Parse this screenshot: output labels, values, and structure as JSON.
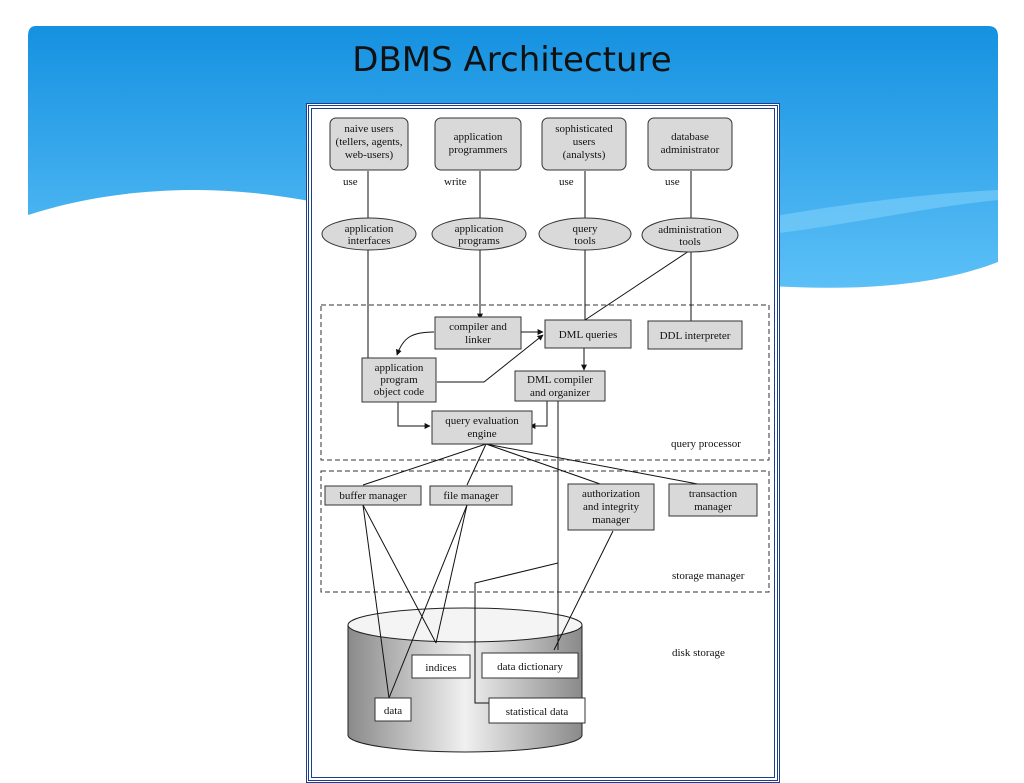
{
  "slide": {
    "title": "DBMS Architecture"
  },
  "users": [
    {
      "lines": [
        "naive users",
        "(tellers, agents,",
        "web-users)"
      ]
    },
    {
      "lines": [
        "application",
        "programmers"
      ]
    },
    {
      "lines": [
        "sophisticated",
        "users",
        "(analysts)"
      ]
    },
    {
      "lines": [
        "database",
        "administrator"
      ]
    }
  ],
  "edge_labels": [
    "use",
    "write",
    "use",
    "use"
  ],
  "tools": [
    {
      "lines": [
        "application",
        "interfaces"
      ]
    },
    {
      "lines": [
        "application",
        "programs"
      ]
    },
    {
      "lines": [
        "query",
        "tools"
      ]
    },
    {
      "lines": [
        "administration",
        "tools"
      ]
    }
  ],
  "query_processor": {
    "label": "query processor",
    "compiler_linker": [
      "compiler and",
      "linker"
    ],
    "dml_queries": [
      "DML queries"
    ],
    "ddl_interpreter": [
      "DDL interpreter"
    ],
    "app_object_code": [
      "application",
      "program",
      "object code"
    ],
    "dml_compiler": [
      "DML compiler",
      "and organizer"
    ],
    "query_eval_engine": [
      "query evaluation",
      "engine"
    ]
  },
  "storage_manager": {
    "label": "storage manager",
    "buffer_manager": [
      "buffer manager"
    ],
    "file_manager": [
      "file manager"
    ],
    "authorization_manager": [
      "authorization",
      "and integrity",
      "manager"
    ],
    "transaction_manager": [
      "transaction",
      "manager"
    ]
  },
  "disk_storage": {
    "label": "disk storage",
    "indices": [
      "indices"
    ],
    "data_dictionary": [
      "data dictionary"
    ],
    "data": [
      "data"
    ],
    "statistical_data": [
      "statistical data"
    ]
  },
  "colors": {
    "box_fill": "#d9d9d9",
    "banner_blue": "#1e9be8",
    "frame_blue": "#1b3f8a"
  }
}
